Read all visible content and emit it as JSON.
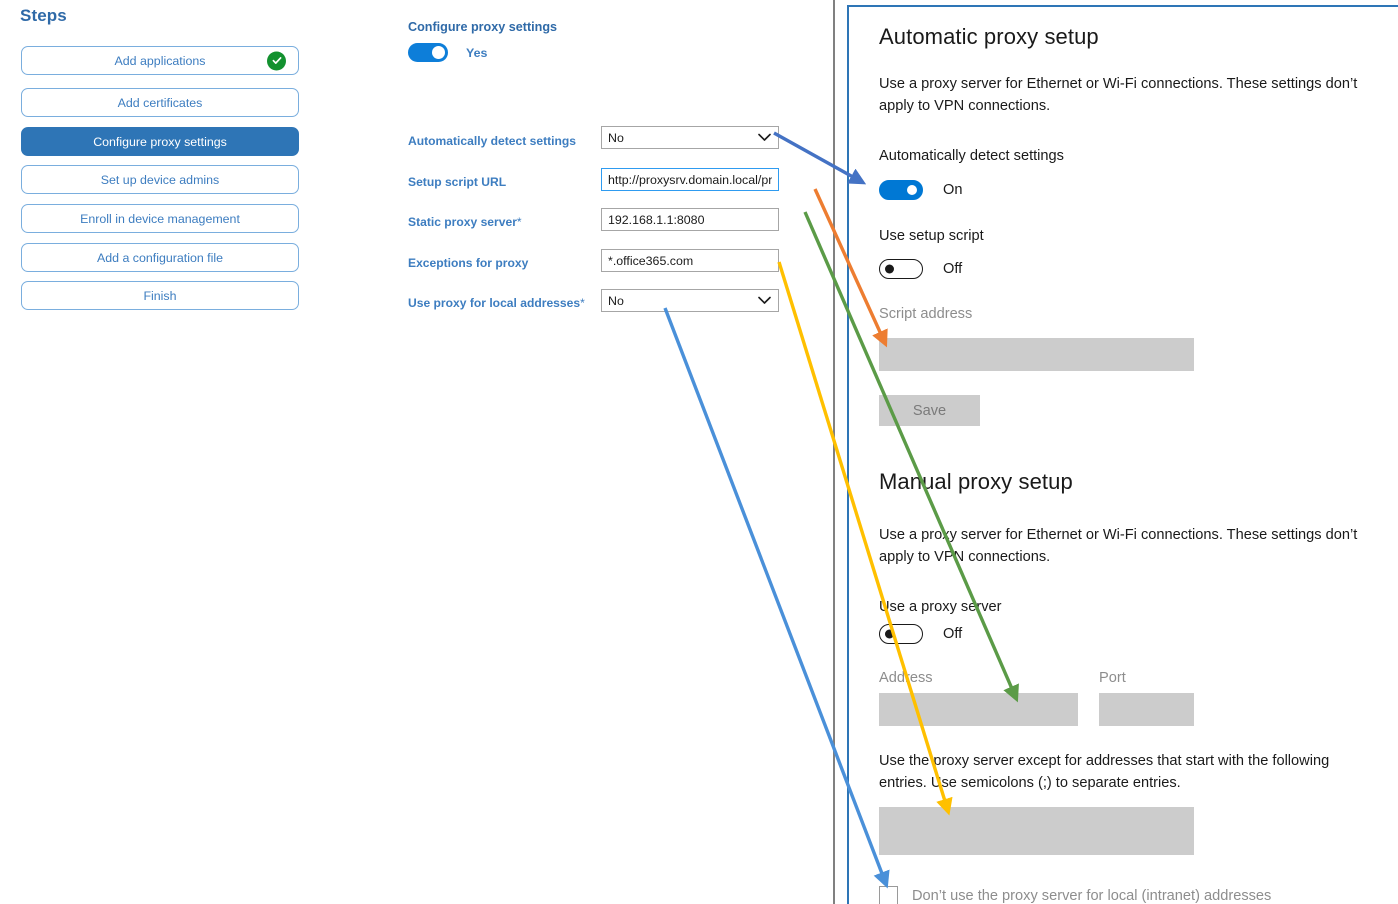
{
  "steps": {
    "title": "Steps",
    "items": [
      {
        "label": "Add applications",
        "state": "done"
      },
      {
        "label": "Add certificates",
        "state": "idle"
      },
      {
        "label": "Configure proxy settings",
        "state": "active"
      },
      {
        "label": "Set up device admins",
        "state": "idle"
      },
      {
        "label": "Enroll in device management",
        "state": "idle"
      },
      {
        "label": "Add a configuration file",
        "state": "idle"
      },
      {
        "label": "Finish",
        "state": "idle"
      }
    ]
  },
  "form": {
    "heading": "Configure proxy settings",
    "toggle": {
      "value": "Yes",
      "on": true
    },
    "fields": [
      {
        "label": "Automatically detect settings",
        "required": "",
        "type": "select",
        "value": "No"
      },
      {
        "label": "Setup script URL",
        "required": "",
        "type": "text",
        "value": "http://proxysrv.domain.local/proxy.pa"
      },
      {
        "label": "Static proxy server",
        "required": "*",
        "type": "text",
        "value": "192.168.1.1:8080"
      },
      {
        "label": "Exceptions for proxy",
        "required": "",
        "type": "text",
        "value": "*.office365.com"
      },
      {
        "label": "Use proxy for local addresses",
        "required": "*",
        "type": "select",
        "value": "No"
      }
    ]
  },
  "windows_settings": {
    "automatic": {
      "heading": "Automatic proxy setup",
      "description": "Use a proxy server for Ethernet or Wi-Fi connections. These settings don’t apply to VPN connections.",
      "auto_detect_label": "Automatically detect settings",
      "auto_detect_state": "On",
      "use_script_label": "Use setup script",
      "use_script_state": "Off",
      "script_address_label": "Script address",
      "script_address_value": "",
      "save_label": "Save"
    },
    "manual": {
      "heading": "Manual proxy setup",
      "description": "Use a proxy server for Ethernet or Wi-Fi connections. These settings don’t apply to VPN connections.",
      "use_proxy_label": "Use a proxy server",
      "use_proxy_state": "Off",
      "address_label": "Address",
      "address_value": "",
      "port_label": "Port",
      "port_value": "",
      "exceptions_description": "Use the proxy server except for addresses that start with the following entries. Use semicolons (;) to separate entries.",
      "exceptions_value": "",
      "bypass_local_label": "Don’t use the proxy server for local (intranet) addresses",
      "bypass_local_checked": false
    }
  },
  "annotations": {
    "arrows": [
      {
        "name": "arrow-auto-detect",
        "color": "#4472c4",
        "from": "Automatically detect settings dropdown",
        "to": "Automatically detect settings toggle"
      },
      {
        "name": "arrow-setup-script",
        "color": "#ed7d31",
        "from": "Setup script URL textbox",
        "to": "Script address box"
      },
      {
        "name": "arrow-static-proxy",
        "color": "#5b9b47",
        "from": "Static proxy server textbox",
        "to": "Address box"
      },
      {
        "name": "arrow-exceptions",
        "color": "#ffc000",
        "from": "Exceptions for proxy textbox",
        "to": "Exceptions box"
      },
      {
        "name": "arrow-local-proxy",
        "color": "#4a90d9",
        "from": "Use proxy for local addresses dropdown",
        "to": "Don’t use the proxy server for local (intranet) addresses checkbox"
      }
    ]
  },
  "colors": {
    "accent_blue": "#2e75b6",
    "label_blue": "#3d7dc0",
    "toggle_on": "#0078d4",
    "check_green": "#13912f",
    "field_gray": "#cccccc",
    "separator_gray": "#808080"
  }
}
